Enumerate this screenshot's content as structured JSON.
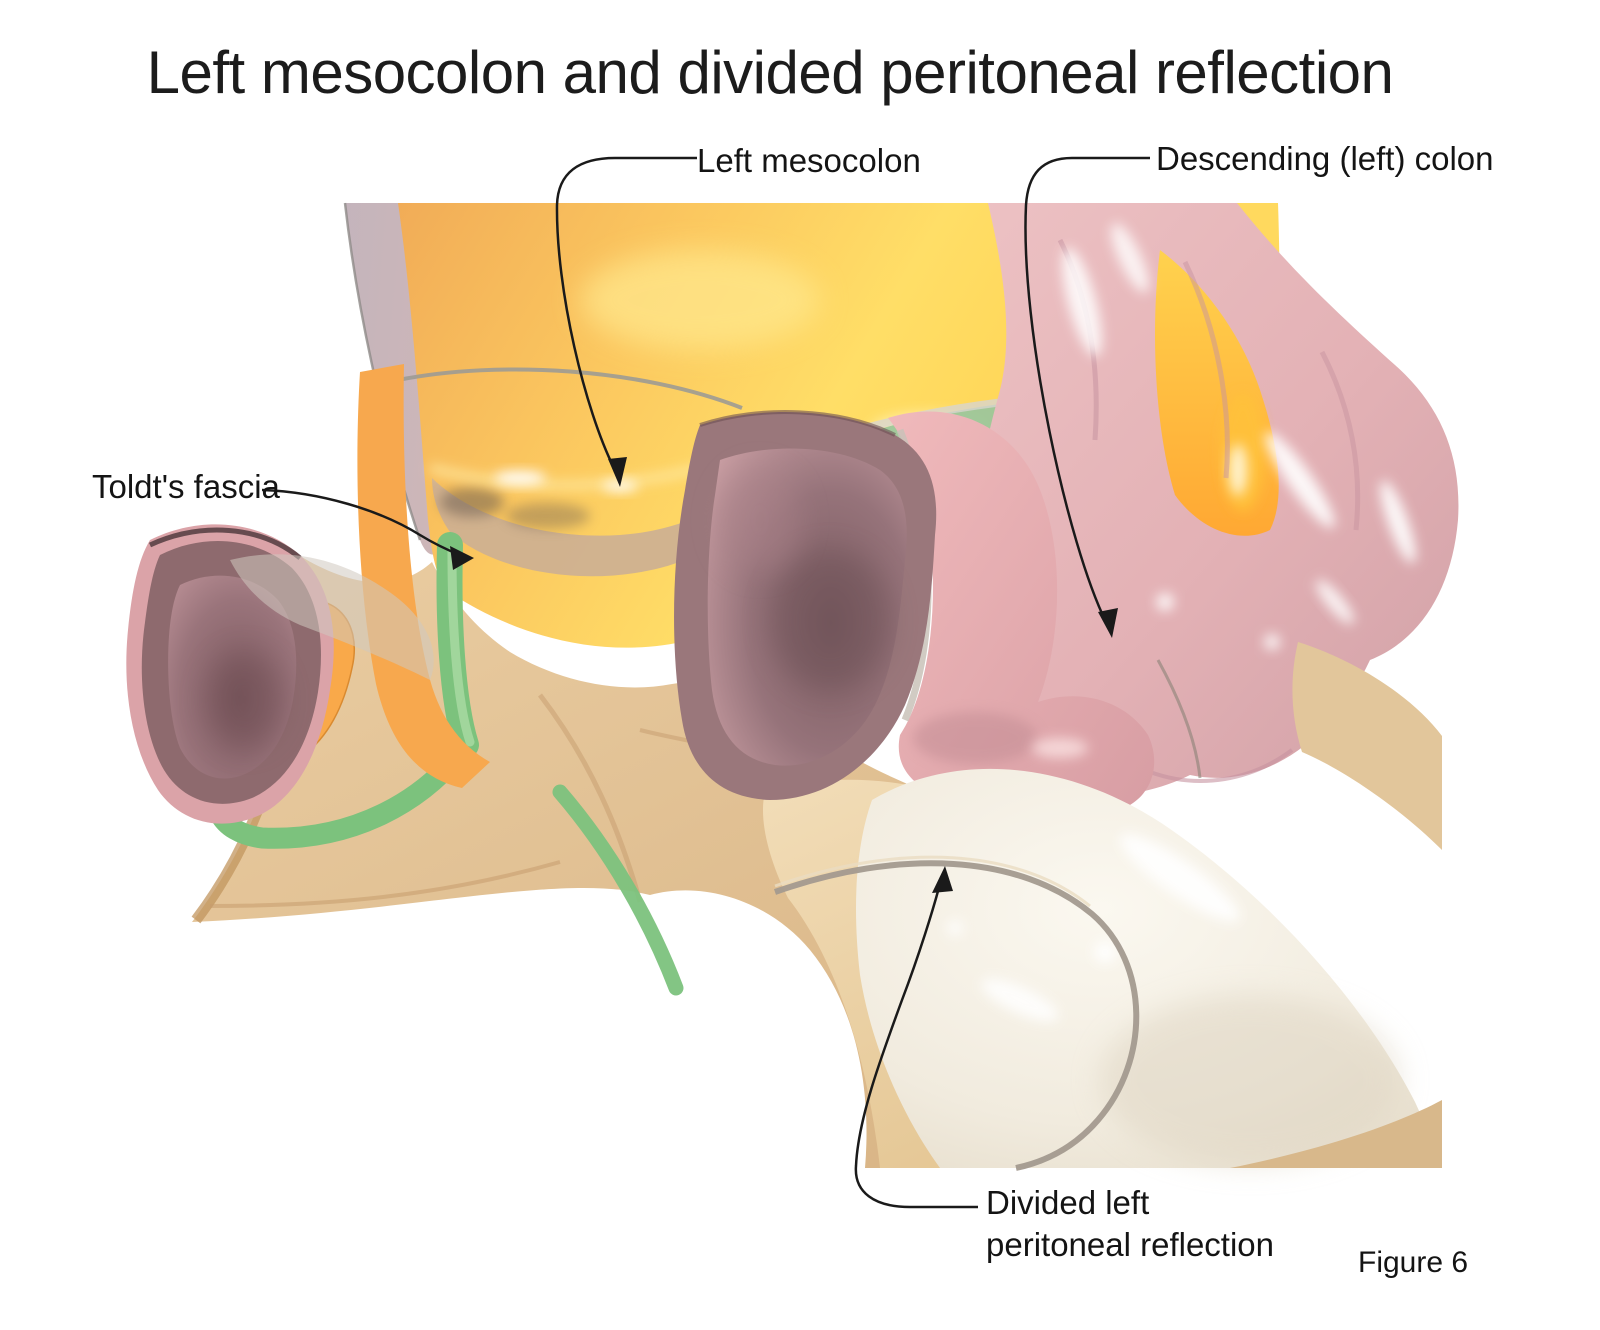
{
  "title": "Left mesocolon and divided peritoneal reflection",
  "figure": {
    "caption": "Figure 6"
  },
  "annotations": {
    "left_mesocolon": {
      "label": "Left mesocolon"
    },
    "descending_colon": {
      "label": "Descending (left) colon"
    },
    "toldts_fascia": {
      "label": "Toldt's fascia"
    },
    "divided_reflection": {
      "label_line1": "Divided left",
      "label_line2": "peritoneal reflection"
    }
  },
  "structure_colors": {
    "mesocolon_fat_yellow": "#FFD95E",
    "mesocolon_fat_orange": "#F2A952",
    "colon_wall_pink": "#EEC0C2",
    "colon_cut_edge_mauve": "#9A777B",
    "colon_lumen_dark": "#6E5458",
    "toldts_fascia_green": "#7CC27D",
    "retroperitoneum_tan": "#E5C193",
    "retroperitoneum_tan_light": "#F0D8AE",
    "pelvic_peritoneum_cream": "#F1EBE0",
    "peritoneal_reflection_line_gray": "#A39A8F",
    "leader_line_black": "#1A1A1A",
    "background": "#FFFFFF"
  }
}
